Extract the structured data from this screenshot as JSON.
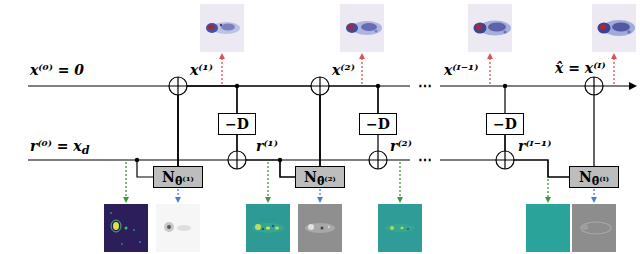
{
  "diagram": {
    "nodes": [
      {
        "text": [
          "Nθ̂⁽¹⁾"
        ]
      },
      {
        "text": [
          "−D"
        ]
      },
      {
        "text": [
          "Nθ̂⁽²⁾"
        ]
      },
      {
        "text": [
          "−D"
        ]
      },
      {
        "text": [
          "−D"
        ]
      },
      {
        "text": [
          "Nθ̂⁽ᴵ⁾"
        ]
      }
    ],
    "edges": [
      {
        "from": 0,
        "to": 1,
        "arrow": "none"
      },
      {
        "from": 0,
        "to": 2,
        "arrow": "none"
      },
      {
        "from": 1,
        "to": 2,
        "arrow": "none"
      },
      {
        "from": 2,
        "to": 3,
        "arrow": "none"
      },
      {
        "from": 4,
        "to": 5,
        "arrow": "none"
      }
    ],
    "labels": [
      "x⁽⁰⁾ = 0",
      "x⁽¹⁾",
      "x⁽²⁾",
      "⋯",
      "x⁽ᴵ⁻¹⁾",
      "x̂ = x⁽ᴵ⁾",
      "r⁽⁰⁾ = xd",
      "r⁽¹⁾",
      "r⁽²⁾",
      "⋯",
      "r⁽ᴵ⁻¹⁾"
    ]
  }
}
